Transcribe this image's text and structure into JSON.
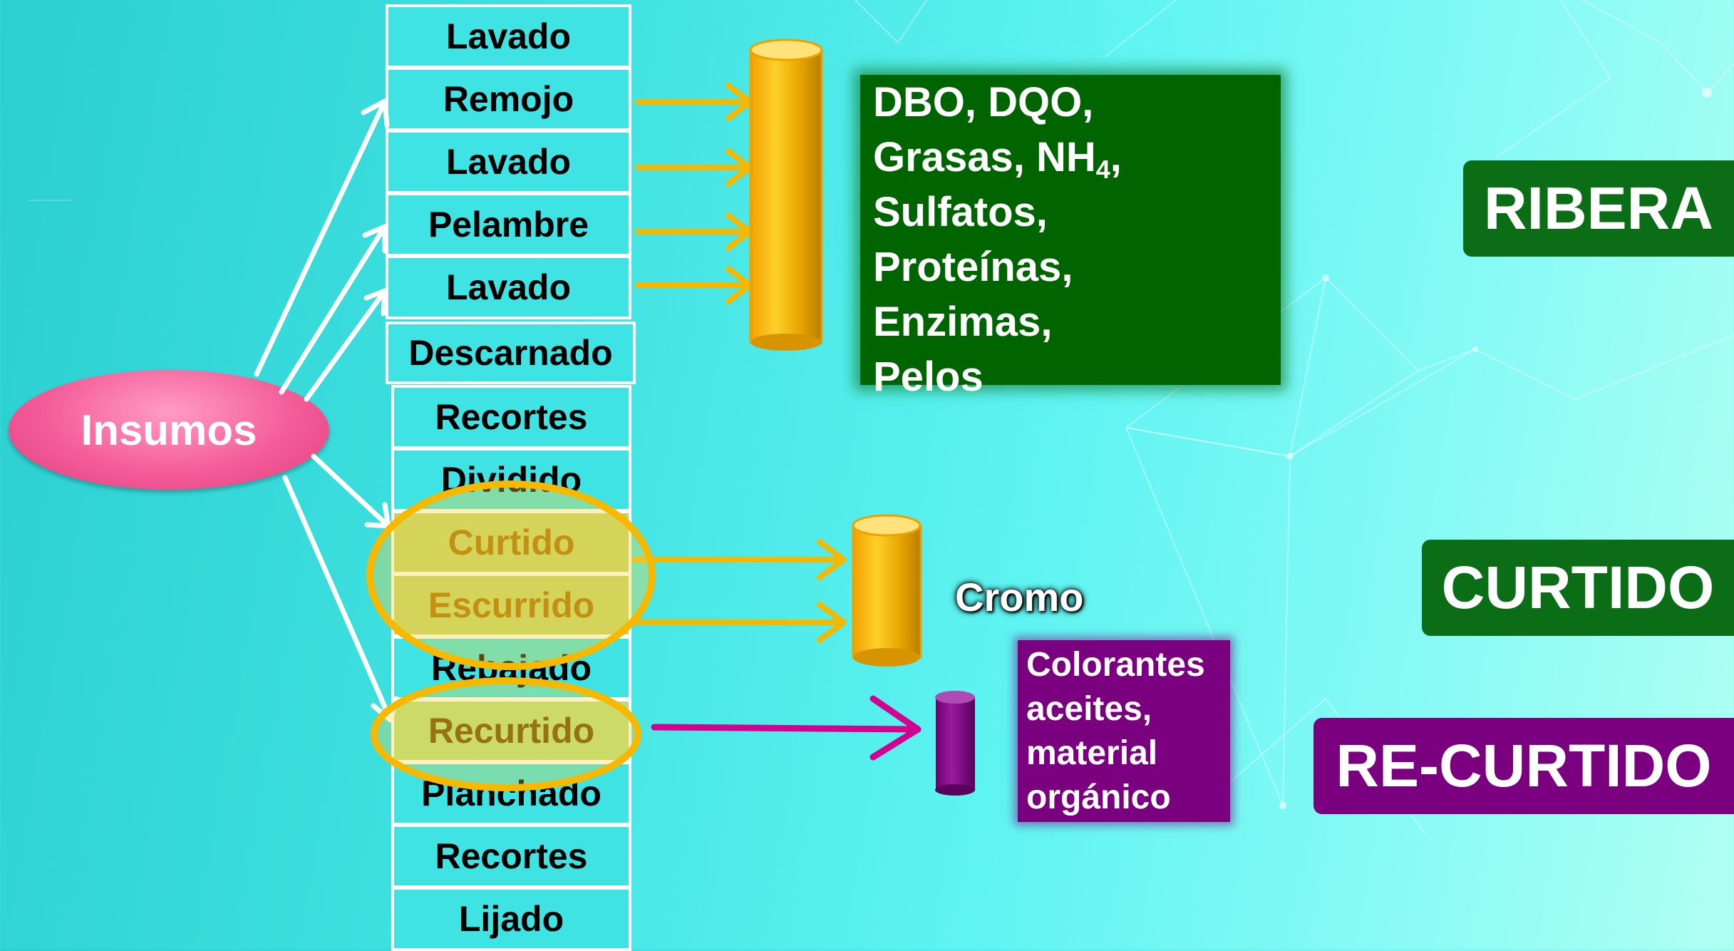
{
  "steps": [
    {
      "label": "Lavado"
    },
    {
      "label": "Remojo"
    },
    {
      "label": "Lavado"
    },
    {
      "label": "Pelambre"
    },
    {
      "label": "Lavado"
    },
    {
      "label": "Descarnado"
    },
    {
      "label": "Recortes"
    },
    {
      "label": "Dividido"
    },
    {
      "label": "Curtido"
    },
    {
      "label": "Escurrido"
    },
    {
      "label": "Rebajado"
    },
    {
      "label": "Recurtido"
    },
    {
      "label": "Planchado"
    },
    {
      "label": "Recortes"
    },
    {
      "label": "Lijado"
    }
  ],
  "insumos": "Insumos",
  "ribera_pollutants": {
    "line1": "DBO, DQO,",
    "line2_main": "Grasas, NH",
    "line2_sub": "4",
    "line2_end": ",",
    "line3": "Sulfatos,",
    "line4": "Proteínas,",
    "line5": "Enzimas,",
    "line6": "Pelos"
  },
  "curtido_pollutant": "Cromo",
  "recurtido_pollutants": [
    "Colorantes",
    "aceites,",
    "material",
    "orgánico"
  ],
  "stages": {
    "ribera": "RIBERA",
    "curtido": "CURTIDO",
    "recurtido": "RE-CURTIDO"
  },
  "colors": {
    "arrow_orange": "#f5b800",
    "arrow_magenta": "#d4008f",
    "green": "#006400",
    "purple": "#7a007f",
    "insumos_pink": "#f45c98"
  }
}
